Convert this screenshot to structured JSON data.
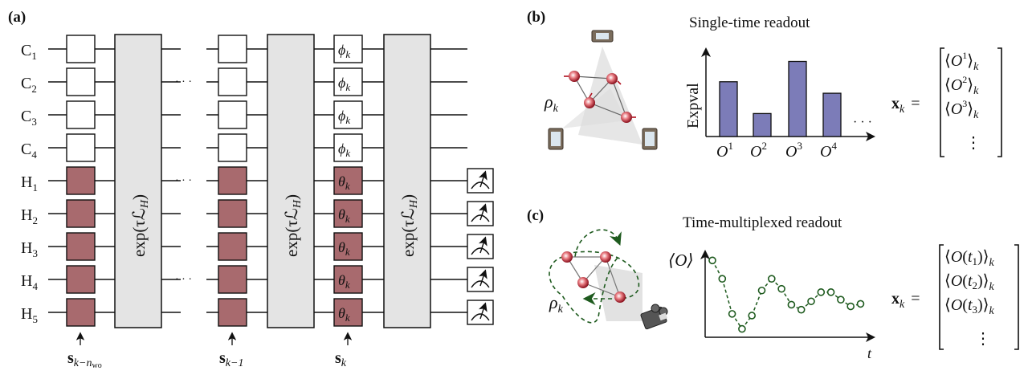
{
  "panels": {
    "a": {
      "label": "(a)",
      "control_qubits": [
        "C",
        "C",
        "C",
        "C"
      ],
      "control_indices": [
        "1",
        "2",
        "3",
        "4"
      ],
      "hidden_qubits": [
        "H",
        "H",
        "H",
        "H",
        "H"
      ],
      "hidden_indices": [
        "1",
        "2",
        "3",
        "4",
        "5"
      ],
      "evolution_label": "exp(τℒ",
      "evolution_sub": "H",
      "evolution_close": ")",
      "ellipsis": "· · ·",
      "phi_gate": "ϕ",
      "theta_gate": "θ",
      "gate_sub": "k",
      "inputs": [
        {
          "main": "s",
          "sub": "k−n",
          "subsub": "wo"
        },
        {
          "main": "s",
          "sub": "k−1",
          "subsub": ""
        },
        {
          "main": "s",
          "sub": "k",
          "subsub": ""
        }
      ],
      "colors": {
        "input_gate": "#a86a6e",
        "evolution_fill": "#e4e4e4"
      }
    },
    "b": {
      "label": "(b)",
      "title": "Single-time readout",
      "state_label": "ρ",
      "state_sub": "k",
      "vector_label": "x",
      "vector_sub": "k",
      "equals": "=",
      "vector_entries": [
        {
          "op": "O",
          "sup": "1",
          "sub": "k"
        },
        {
          "op": "O",
          "sup": "2",
          "sub": "k"
        },
        {
          "op": "O",
          "sup": "3",
          "sub": "k"
        }
      ],
      "vdots": "⋮",
      "ellipsis": "· · ·"
    },
    "c": {
      "label": "(c)",
      "title": "Time-multiplexed readout",
      "state_label": "ρ",
      "state_sub": "k",
      "vector_label": "x",
      "vector_sub": "k",
      "equals": "=",
      "vector_entries": [
        {
          "op": "O",
          "t": "t",
          "tsub": "1",
          "sub": "k"
        },
        {
          "op": "O",
          "t": "t",
          "tsub": "2",
          "sub": "k"
        },
        {
          "op": "O",
          "t": "t",
          "tsub": "3",
          "sub": "k"
        }
      ],
      "vdots": "⋮"
    }
  },
  "chart_data": [
    {
      "type": "bar",
      "title": "Single-time readout",
      "ylabel": "Expval",
      "xlabel": "",
      "categories": [
        "O1",
        "O2",
        "O3",
        "O4"
      ],
      "category_labels": [
        {
          "base": "O",
          "sup": "1"
        },
        {
          "base": "O",
          "sup": "2"
        },
        {
          "base": "O",
          "sup": "3"
        },
        {
          "base": "O",
          "sup": "4"
        }
      ],
      "values": [
        0.62,
        0.26,
        0.85,
        0.49
      ],
      "ylim": [
        0,
        1
      ],
      "color": "#7c7cb8",
      "grid": false
    },
    {
      "type": "line",
      "title": "Time-multiplexed readout",
      "ylabel": "⟨O⟩",
      "xlabel": "t",
      "x": [
        1,
        2,
        3,
        4,
        5,
        6,
        7,
        8,
        9,
        10,
        11,
        12,
        13,
        14,
        15,
        16
      ],
      "values": [
        0.92,
        0.7,
        0.28,
        0.1,
        0.26,
        0.56,
        0.7,
        0.58,
        0.39,
        0.33,
        0.43,
        0.54,
        0.54,
        0.45,
        0.37,
        0.4
      ],
      "ylim": [
        0,
        1
      ],
      "style": "dashed with hollow circle markers",
      "color": "#1e5a1e",
      "grid": false
    }
  ]
}
